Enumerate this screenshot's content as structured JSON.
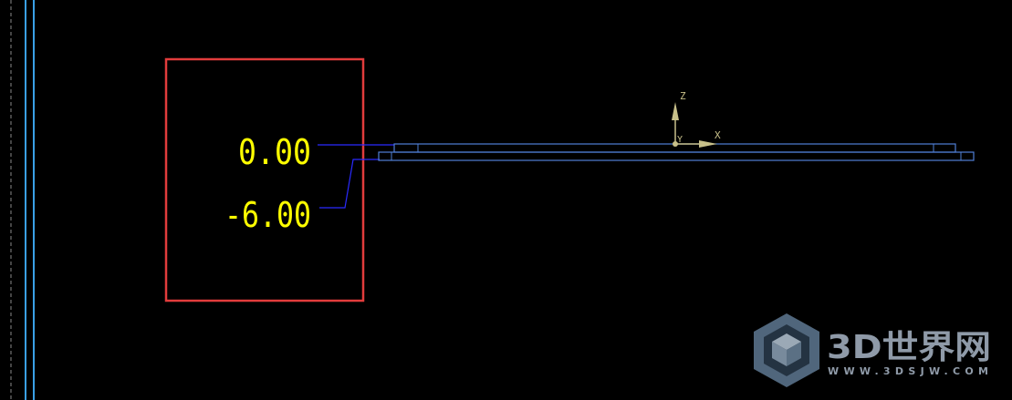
{
  "dimensions": {
    "top_value": "0.00",
    "bottom_value": "-6.00"
  },
  "axes": {
    "z_label": "Z",
    "y_label": "Y",
    "x_label": "X"
  },
  "watermark": {
    "brand": "3D世界网",
    "url": "WWW.3DSJW.COM"
  },
  "colors": {
    "background": "#000000",
    "dimension_text": "#ffff00",
    "leader_line": "#2a2aff",
    "part_outline": "#4f7fd6",
    "highlight_box": "#e23c3c",
    "axis_color": "#c8c08a",
    "border_line": "#3aa0e6",
    "watermark": "#a8b6c6"
  }
}
